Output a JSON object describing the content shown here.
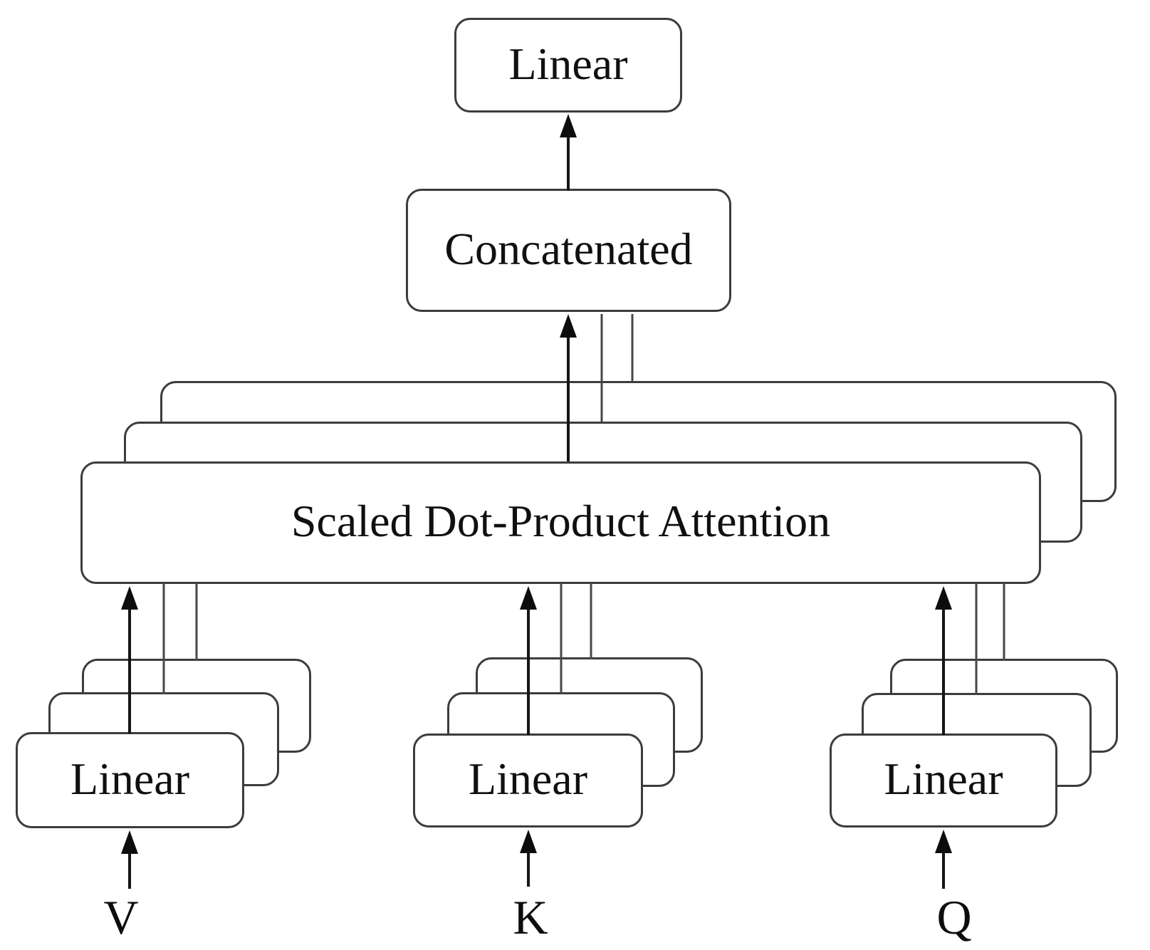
{
  "diagram": {
    "stack_layers": 3,
    "output_linear": {
      "label": "Linear"
    },
    "concatenated": {
      "label": "Concatenated"
    },
    "attention": {
      "label": "Scaled Dot-Product Attention"
    },
    "branches": {
      "v": {
        "linear_label": "Linear",
        "input_label": "V"
      },
      "k": {
        "linear_label": "Linear",
        "input_label": "K"
      },
      "q": {
        "linear_label": "Linear",
        "input_label": "Q"
      }
    },
    "colors": {
      "background": "#ffffff",
      "box_border": "#3c3c3c",
      "arrow": "#0d0d0d",
      "text": "#101010"
    }
  }
}
